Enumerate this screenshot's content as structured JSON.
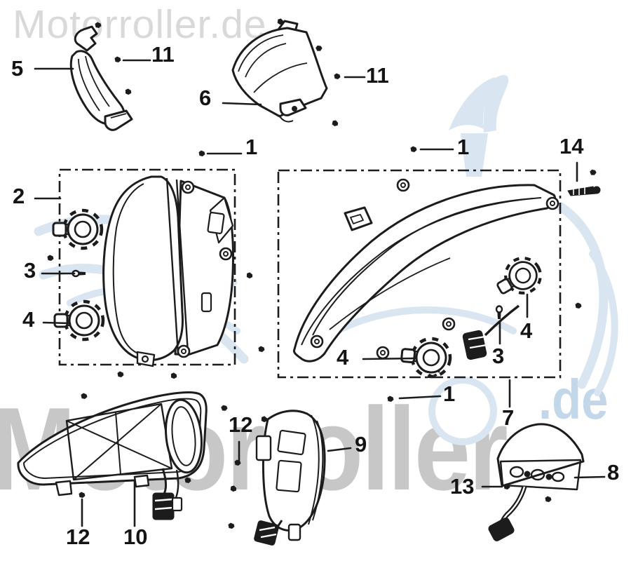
{
  "watermarks": {
    "top_text": "Motorroller.de",
    "big_text": "Motorroller",
    "suffix_text": ".de"
  },
  "diagram": {
    "kind": "exploded parts diagram",
    "subject": "scooter headlight and lighting assemblies"
  },
  "colors": {
    "line_art": "#1c1c1c",
    "watermark_light_gray": "#d9d9d9",
    "watermark_gray": "#c7c7c7",
    "watermark_blue": "#d9e5f1",
    "label_color": "#141414"
  },
  "callouts": [
    {
      "label": "5"
    },
    {
      "label": "11"
    },
    {
      "label": "6"
    },
    {
      "label": "11"
    },
    {
      "label": "1"
    },
    {
      "label": "1"
    },
    {
      "label": "14"
    },
    {
      "label": "2"
    },
    {
      "label": "3"
    },
    {
      "label": "4"
    },
    {
      "label": "4"
    },
    {
      "label": "3"
    },
    {
      "label": "4"
    },
    {
      "label": "1"
    },
    {
      "label": "7"
    },
    {
      "label": "12"
    },
    {
      "label": "9"
    },
    {
      "label": "12"
    },
    {
      "label": "10"
    },
    {
      "label": "13"
    },
    {
      "label": "8"
    }
  ]
}
